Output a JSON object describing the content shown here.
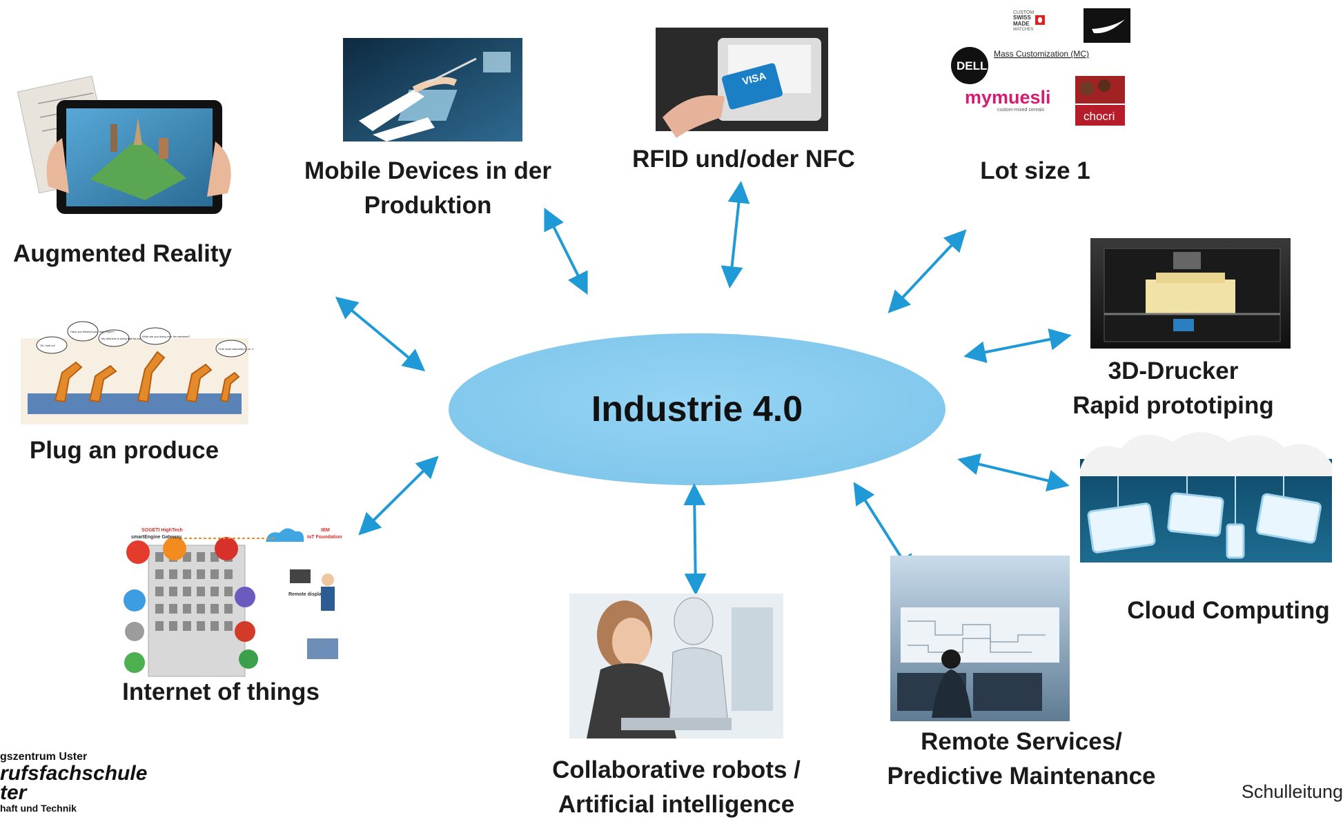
{
  "center": {
    "label": "Industrie 4.0"
  },
  "topics": {
    "augmented_reality": "Augmented Reality",
    "mobile_devices_1": "Mobile Devices in der",
    "mobile_devices_2": "Produktion",
    "rfid": "RFID und/oder NFC",
    "lot_size": "Lot size 1",
    "printer_1": "3D-Drucker",
    "printer_2": "Rapid prototiping",
    "plug_produce": "Plug an produce",
    "iot": "Internet of things",
    "cloud": "Cloud Computing",
    "remote_1": "Remote Services/",
    "remote_2": "Predictive Maintenance",
    "cobots_1": "Collaborative robots /",
    "cobots_2": "Artificial intelligence"
  },
  "logos": {
    "custom_swiss_made_1": "CUSTOM",
    "custom_swiss_made_2": "SWISS",
    "custom_swiss_made_3": "MADE",
    "custom_swiss_made_4": "WATCHES",
    "mass_customization": "Mass Customization (MC)",
    "dell": "DELL",
    "mymuesli": "mymuesli",
    "mymuesli_sub": "custom-mixed cereals",
    "chocri": "chocri",
    "visa": "VISA"
  },
  "robots_bubbles": [
    "Oh, hold on!",
    "Have you finished your daily report?",
    "My wildness is doing that for me",
    "What are you doing over the weekend?",
    "I'll be done assembly in no. 4"
  ],
  "iot_labels": {
    "sogeti": "SOGETI HighTech",
    "gateway": "smartEngine Gateway",
    "ibm": "IBM",
    "foundation": "IoT Foundation",
    "remote_display": "Remote display"
  },
  "footer": {
    "school_1": "gszentrum Uster",
    "school_2": "rufsfachschule",
    "school_3": "ter",
    "school_4": "haft und Technik",
    "right": "Schulleitung"
  },
  "colors": {
    "ellipse": "#8ccdf0",
    "arrow": "#1f9ad6"
  }
}
